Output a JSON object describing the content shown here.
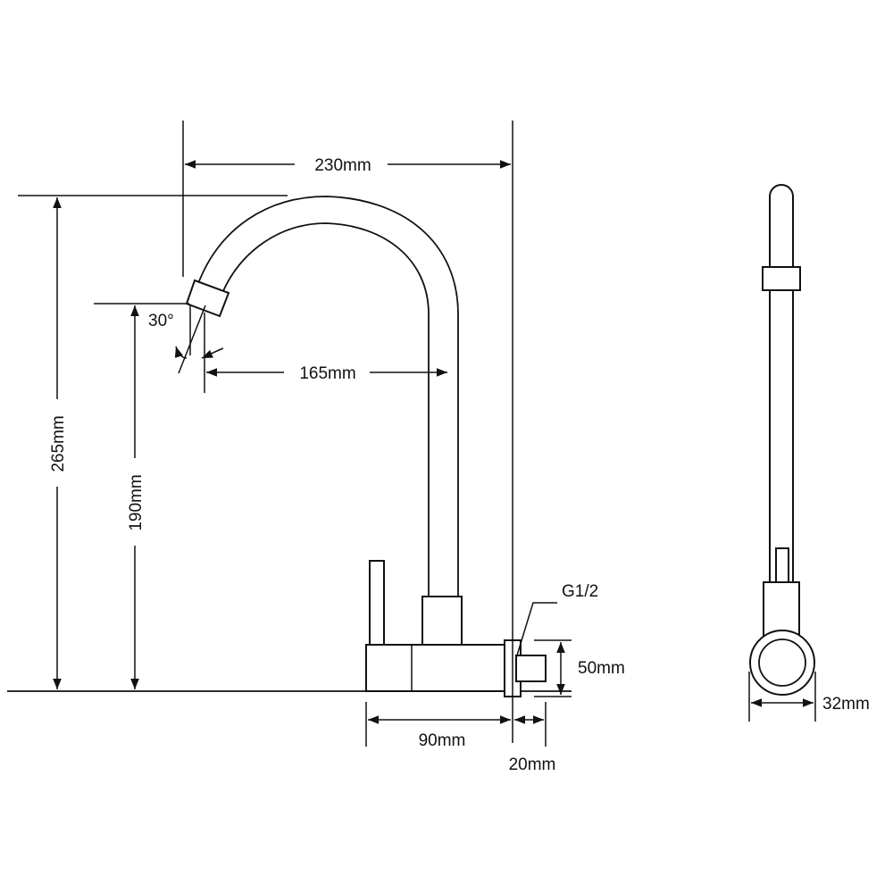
{
  "dimensions": {
    "width_overall": "230mm",
    "height_overall": "265mm",
    "height_spout": "190mm",
    "reach_spout": "165mm",
    "spout_angle": "30°",
    "base_length": "90mm",
    "connector_length": "20mm",
    "connector_height": "50mm",
    "thread": "G1/2",
    "tube_diameter": "32mm"
  },
  "colors": {
    "line": "#111111",
    "background": "#ffffff"
  }
}
